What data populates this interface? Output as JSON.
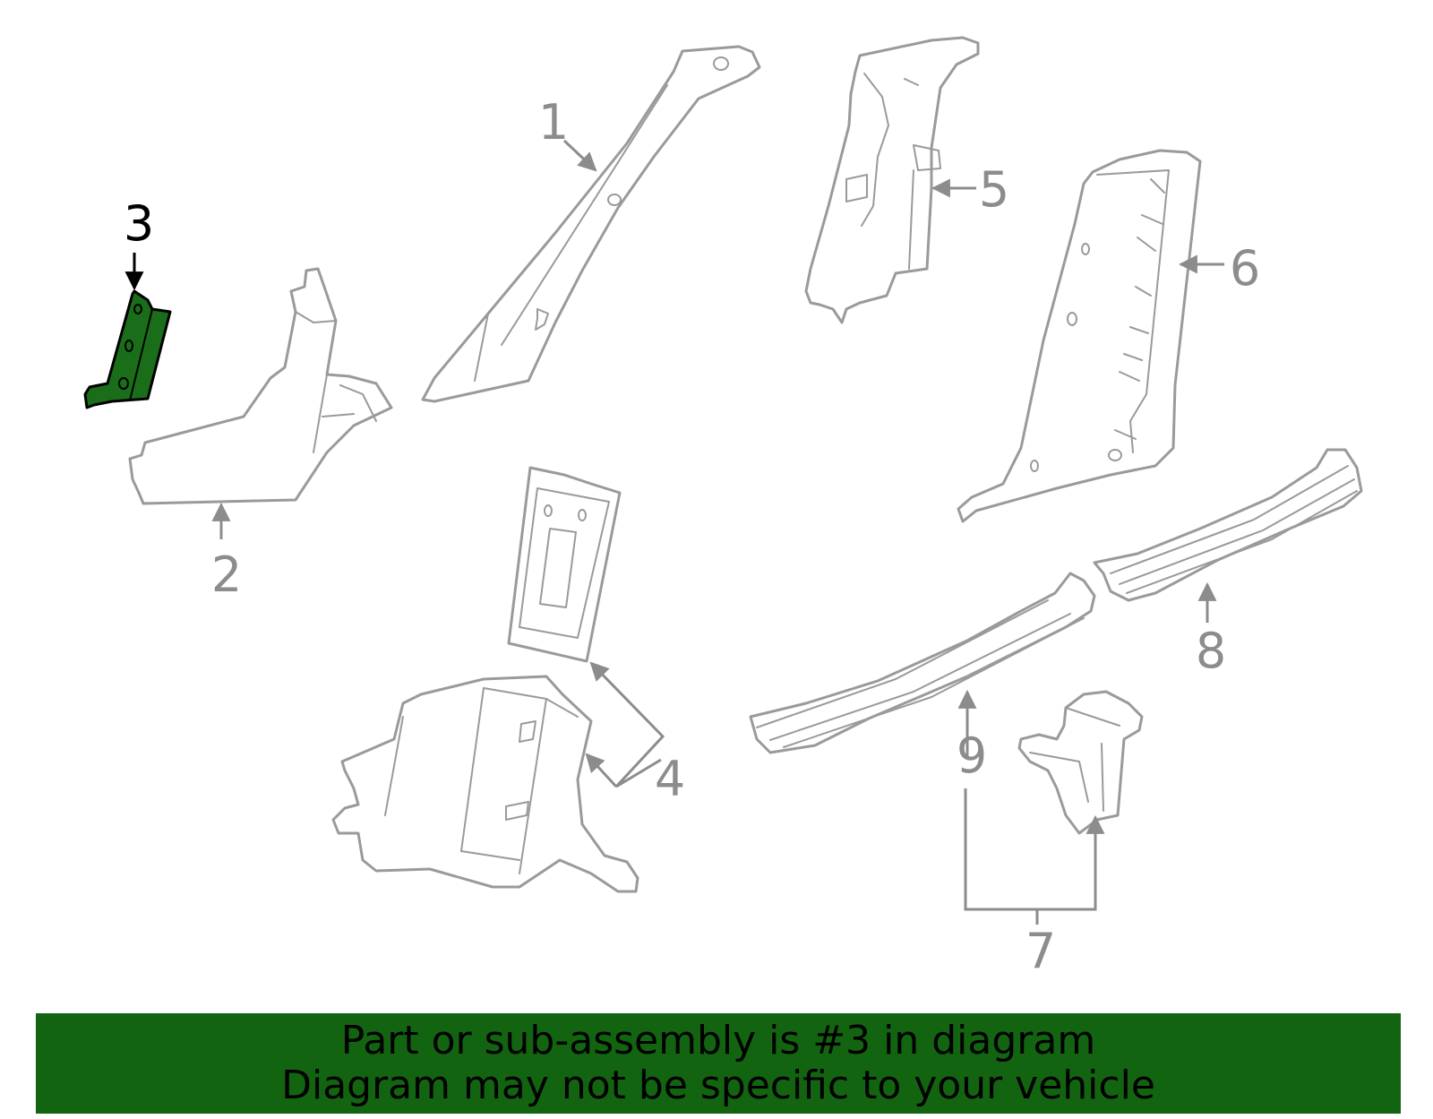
{
  "callouts": {
    "c1": "1",
    "c2": "2",
    "c3": "3",
    "c4": "4",
    "c5": "5",
    "c6": "6",
    "c7": "7",
    "c8": "8",
    "c9": "9"
  },
  "highlight": {
    "part": "3",
    "fill_color": "#1a6e1a",
    "outline_color": "#000000"
  },
  "line_color": "#9a9a9a",
  "banner": {
    "background": "#136411",
    "line1": "Part or sub-assembly is #3 in diagram",
    "line2": "Diagram may not be specific to your vehicle"
  }
}
